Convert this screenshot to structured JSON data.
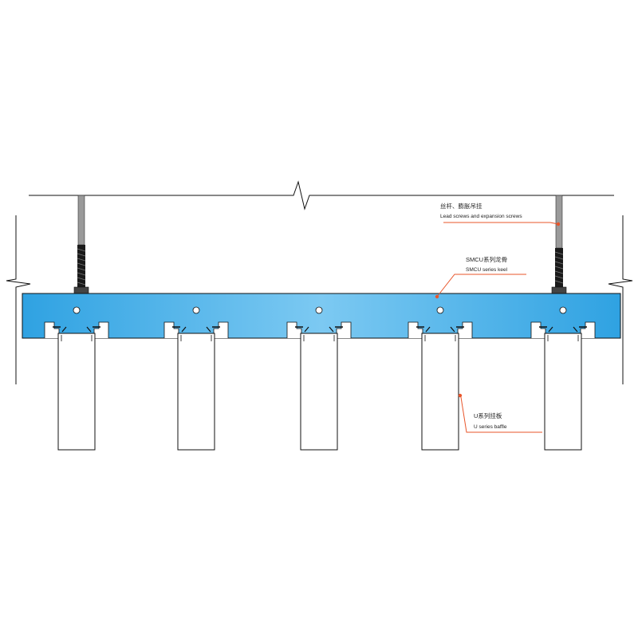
{
  "colors": {
    "carrier_fill": "#4db3ea",
    "carrier_fill_light": "#7cc9f2",
    "line": "#111111",
    "leader": "#e8552a",
    "rod": "#9a9a9a",
    "thread": "#1a1a1a"
  },
  "labels": {
    "hanger_cn": "丝杆、膨胀吊挂",
    "hanger_en": "Lead screws and expansion screws",
    "carrier_cn": "SMCU系列龙骨",
    "carrier_en": "SMCU series keel",
    "baffle_cn": "U系列挂板",
    "baffle_en": "U series baffle"
  }
}
